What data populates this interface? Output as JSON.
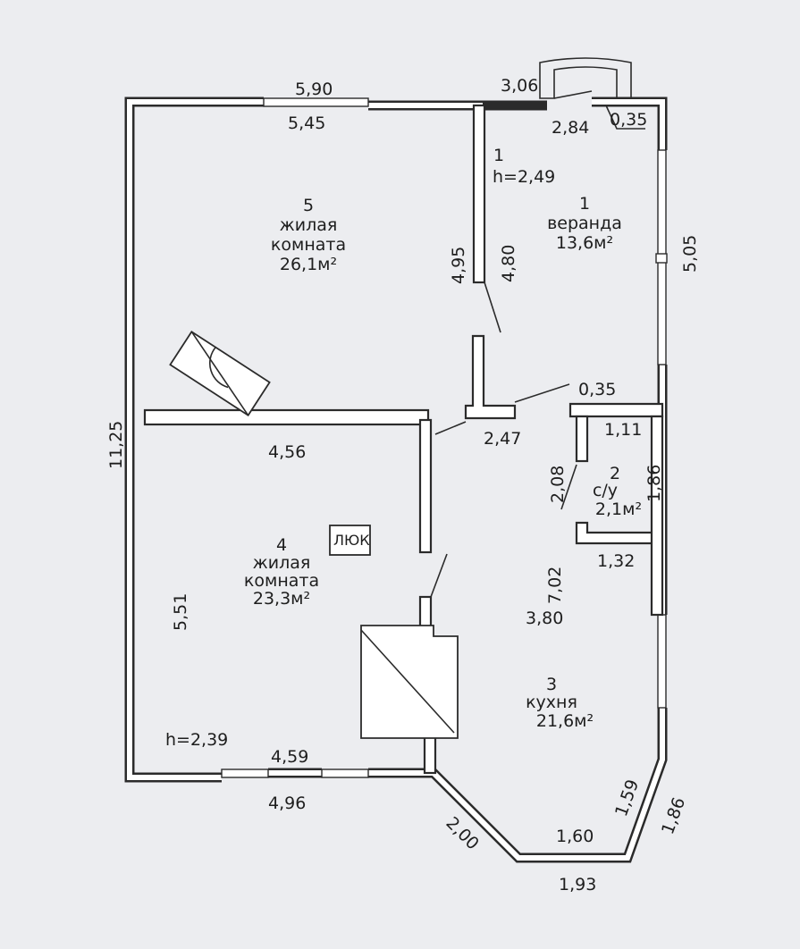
{
  "colors": {
    "background": "#ecedf0",
    "ink": "#2b2b2b"
  },
  "rooms": {
    "veranda": {
      "num": "1",
      "name": "веранда",
      "area": "13,6м²"
    },
    "bathroom": {
      "num": "2",
      "name": "с/у",
      "area": "2,1м²"
    },
    "kitchen": {
      "num": "3",
      "name": "кухня",
      "area": "21,6м²"
    },
    "living4": {
      "num": "4",
      "name1": "жилая",
      "name2": "комната",
      "area": "23,3м²"
    },
    "living5": {
      "num": "5",
      "name1": "жилая",
      "name2": "комната",
      "area": "26,1м²"
    }
  },
  "dims": {
    "top_outer": "5,90",
    "top_inner": "5,45",
    "porch_top": "3,06",
    "porch_in": "2,84",
    "corner_035": "0,35",
    "left_total": "11,25",
    "veranda_right": "5,05",
    "partition_a": "4,95",
    "partition_b": "4,80",
    "veranda_h_idx": "1",
    "veranda_h": "h=2,49",
    "wall_456": "4,56",
    "hall_247": "2,47",
    "wc_035": "0,35",
    "wc_111": "1,11",
    "wc_208": "2,08",
    "wc_186": "1,86",
    "wc_132": "1,32",
    "left_551": "5,51",
    "kitchen_702": "7,02",
    "kitchen_380": "3,80",
    "room4_h": "h=2,39",
    "bottom_459": "4,59",
    "bottom_496": "4,96",
    "bay_200": "2,00",
    "bay_160": "1,60",
    "bay_159": "1,59",
    "bay_186": "1,86",
    "bay_193": "1,93"
  },
  "hatch": "ЛЮК"
}
